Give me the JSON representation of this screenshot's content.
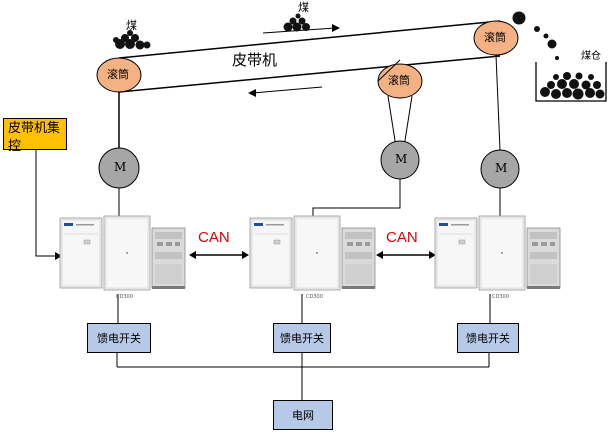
{
  "coal_labels": [
    "煤",
    "煤"
  ],
  "belt_label": "皮带机",
  "bunker_label": "煤仓",
  "roller_label": "滚筒",
  "motor_label": "M",
  "control_label": "皮带机集控",
  "can_label": "CAN",
  "drive_model": "CD300",
  "switch_label": "馈电开关",
  "grid_label": "电网",
  "colors": {
    "roller": "#f4b183",
    "motor": "#a6a6a6",
    "switch": "#b6c9e6",
    "control": "#ffc000",
    "can": "#e00000"
  },
  "icons": [
    "coal-pile-icon",
    "arrow-right-icon",
    "arrow-left-icon",
    "frequency-converter-icon"
  ]
}
